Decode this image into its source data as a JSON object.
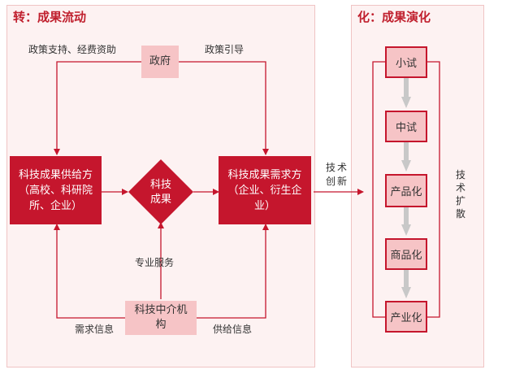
{
  "left_panel": {
    "title": "转：成果流动",
    "government": "政府",
    "policy_support": "政策支持、经费资助",
    "policy_guide": "政策引导",
    "supply_box": "科技成果供给方（高校、科研院所、企业）",
    "demand_box": "科技成果需求方（企业、衍生企业）",
    "diamond": "科技成果",
    "professional_service": "专业服务",
    "intermediary": "科技中介机构",
    "demand_info": "需求信息",
    "supply_info": "供给信息"
  },
  "tech_innovation": "技术创新",
  "right_panel": {
    "title": "化：成果演化",
    "stages": [
      "小试",
      "中试",
      "产品化",
      "商品化",
      "产业化"
    ],
    "tech_diffusion": "技术扩散"
  },
  "colors": {
    "dark_red": "#c5162d",
    "pink": "#f6c4c6",
    "panel_bg": "#fdf2f2"
  }
}
